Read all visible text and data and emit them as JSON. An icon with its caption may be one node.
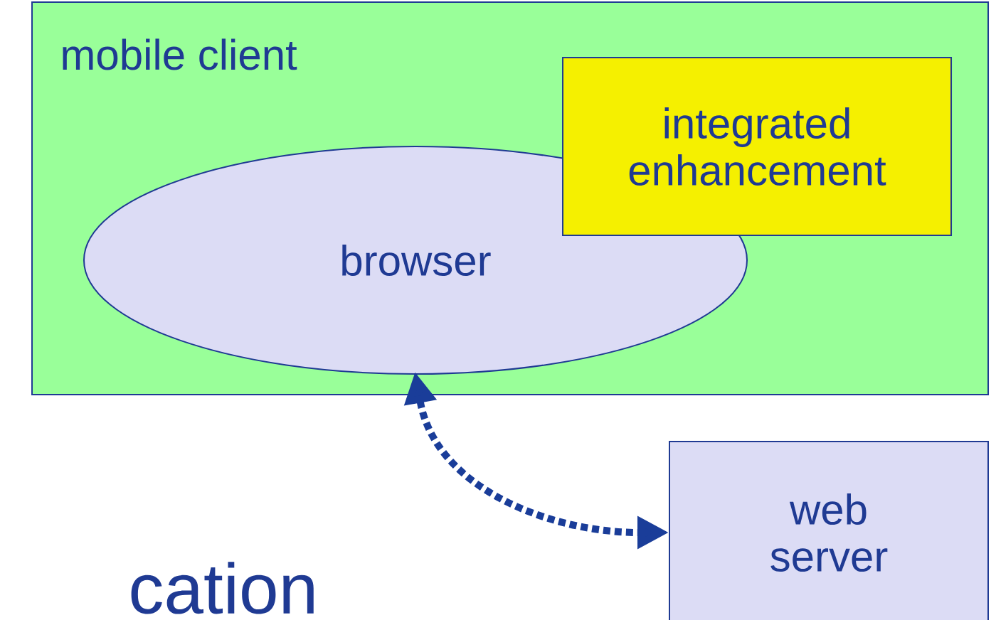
{
  "diagram": {
    "nodes": [
      {
        "text": [
          "mobile client"
        ]
      },
      {
        "text": [
          "browser"
        ],
        "in": 0
      },
      {
        "text": [
          "integrated enhancement"
        ],
        "in": 0
      },
      {
        "text": [
          "web server"
        ]
      }
    ],
    "edges": [
      {
        "from": 1,
        "to": 3,
        "arrow": "both",
        "style": "dashed"
      }
    ],
    "labels": [
      "cation"
    ]
  }
}
